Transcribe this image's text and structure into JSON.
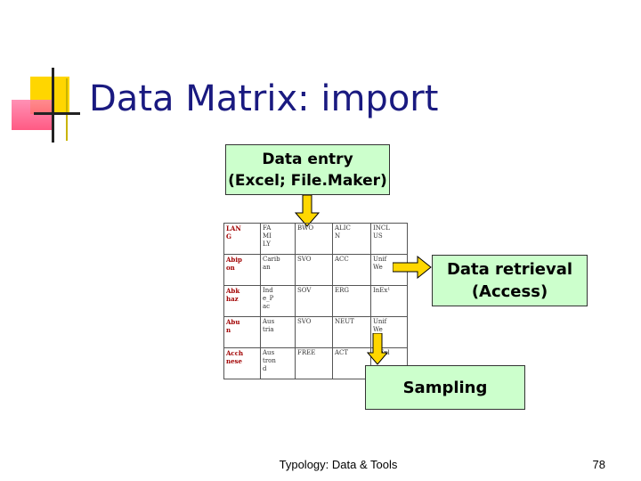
{
  "slide": {
    "title": "Data Matrix: import",
    "footer": "Typology: Data & Tools",
    "page_number": "78"
  },
  "boxes": {
    "entry_line1": "Data entry",
    "entry_line2": "(Excel; File.Maker)",
    "retrieval_line1": "Data retrieval",
    "retrieval_line2": "(Access)",
    "sampling": "Sampling"
  },
  "matrix": {
    "rows": [
      [
        "LAN\nG",
        "FA\nMI\nLY",
        "BWO",
        "ALIC\nN",
        "INCL\nUS"
      ],
      [
        "Abip\non",
        "Carib\nan",
        "SVO",
        "ACC",
        "Unif\nWe"
      ],
      [
        "Abk\nhaz",
        "Ind\ne_P\nac",
        "SOV",
        "ERG",
        "InEx¹"
      ],
      [
        "Abu\nn",
        "Aus\ntria",
        "SVO",
        "NEUT",
        "Unif\nWe"
      ],
      [
        "Acch\nnese",
        "Aus\ntron\nd",
        "FREE",
        "ACT",
        "InExl"
      ]
    ]
  },
  "colors": {
    "title": "#1a1a80",
    "box_fill": "#ccffcc",
    "arrow_fill": "#ffd700"
  }
}
